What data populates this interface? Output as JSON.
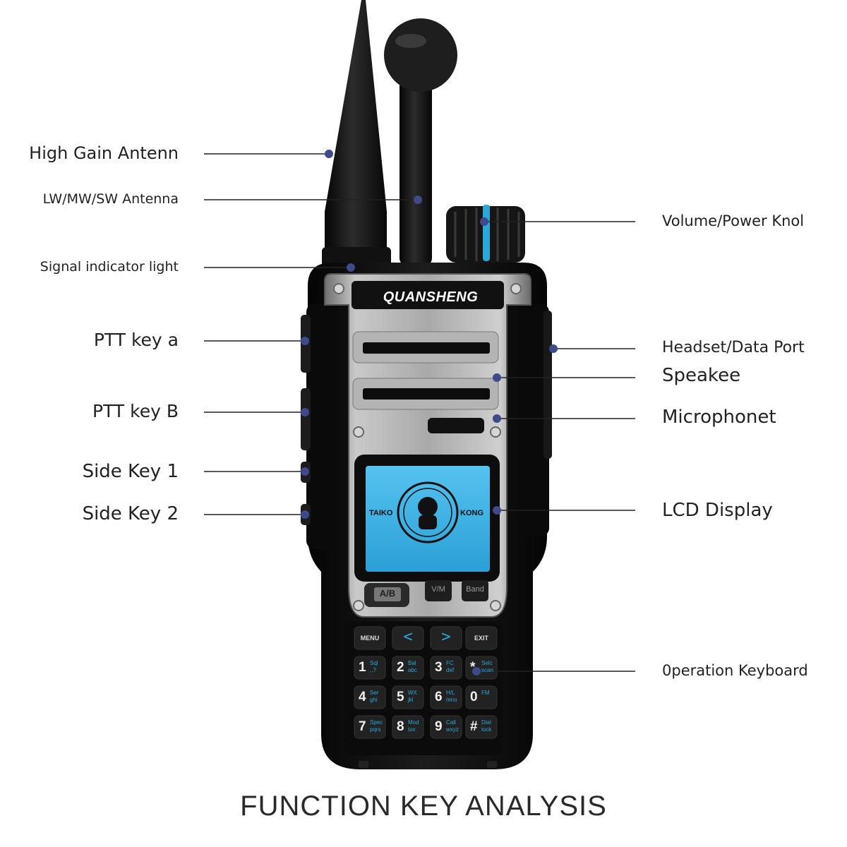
{
  "title": "FUNCTION KEY ANALYSIS",
  "brand": "QUANSHENG",
  "screen": {
    "left_text": "TAIKO",
    "right_text": "KONG"
  },
  "labels": {
    "high_gain_antenna": "High Gain Antenn",
    "lw_mw_sw_antenna": "LW/MW/SW Antenna",
    "signal_indicator": "Signal indicator light",
    "ptt_a": "PTT key a",
    "ptt_b": "PTT key B",
    "side_key_1": "Side Key 1",
    "side_key_2": "Side Key 2",
    "volume_knob": "Volume/Power Knol",
    "headset_port": "Headset/Data Port",
    "speaker": "Speakee",
    "microphone": "Microphonet",
    "lcd_display": "LCD Display",
    "operation_keyboard": "0peration Keyboard"
  },
  "front_keys": {
    "ab": "A/B",
    "vm": "V/M",
    "band": "Band"
  },
  "keypad": {
    "menu": "MENU",
    "left": "<",
    "right": ">",
    "exit": "EXIT",
    "rows": [
      [
        {
          "main": "1",
          "sub1": "Sql",
          "sub2": ",.?"
        },
        {
          "main": "2",
          "sub1": "Bal",
          "sub2": "abc"
        },
        {
          "main": "3",
          "sub1": "FC",
          "sub2": "def"
        },
        {
          "main": "*",
          "sub1": "Selc",
          "sub2": "scan"
        }
      ],
      [
        {
          "main": "4",
          "sub1": "Ser",
          "sub2": "ghi"
        },
        {
          "main": "5",
          "sub1": "WX",
          "sub2": "jkl"
        },
        {
          "main": "6",
          "sub1": "H/L",
          "sub2": "mno"
        },
        {
          "main": "0",
          "sub1": "FM",
          "sub2": ""
        }
      ],
      [
        {
          "main": "7",
          "sub1": "Spec",
          "sub2": "pqrs"
        },
        {
          "main": "8",
          "sub1": "Mod",
          "sub2": "tuv"
        },
        {
          "main": "9",
          "sub1": "Call",
          "sub2": "wxyz"
        },
        {
          "main": "#",
          "sub1": "Dial",
          "sub2": "lock"
        }
      ]
    ]
  },
  "colors": {
    "dot": "#3f4a8a",
    "accent": "#2aa8d8",
    "body": "#111111",
    "plate": "#9a9a9a",
    "screen": "#3fb2e6"
  }
}
